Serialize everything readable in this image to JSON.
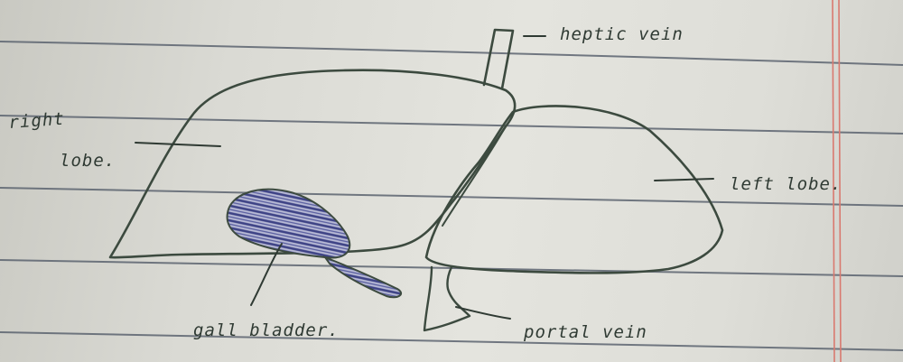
{
  "labels": {
    "hepatic_vein": "heptic vein",
    "right_lobe_line1": "right",
    "right_lobe_line2": "lobe.",
    "left_lobe": "left lobe.",
    "gall_bladder": "gall bladder.",
    "portal_vein": "portal vein"
  },
  "colors": {
    "paper": "#e1e1db",
    "ruled_line": "#5c6470",
    "margin_line": "#d9796f",
    "pencil": "#3c4a3f",
    "gall_bladder_fill": "#4a4f8f"
  },
  "icons": {
    "liver_outline": "liver-drawing",
    "gall_bladder_hatch": "hatched-gall-bladder"
  }
}
